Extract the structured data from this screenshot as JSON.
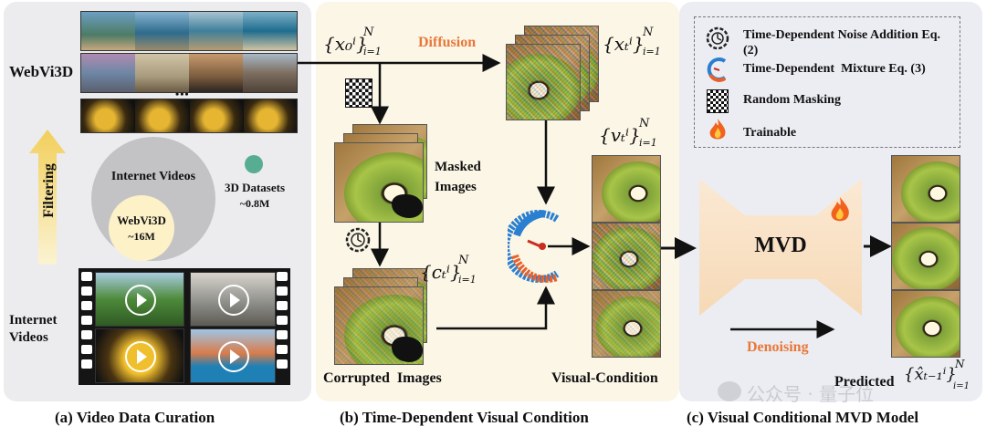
{
  "panel_a": {
    "webvi3d_label": "WebVi3D",
    "ellipsis": "•••",
    "filtering_label": "Filtering",
    "internet_videos_circle": "Internet Videos",
    "webvi3d_circle_title": "WebVi3D",
    "webvi3d_circle_count": "~16M",
    "datasets_title": "3D Datasets",
    "datasets_count": "~0.8M",
    "internet_videos_label": "Internet Videos",
    "caption": "(a) Video Data Curation"
  },
  "panel_b": {
    "x0_symbol": "{x₀ⁱ}",
    "x0_bounds_top": "N",
    "x0_bounds_bottom": "i=1",
    "diffusion_label": "Diffusion",
    "xt_symbol": "{xₜⁱ}",
    "xt_bounds_top": "N",
    "xt_bounds_bottom": "i=1",
    "masked_images_label": "Masked Images",
    "vt_symbol": "{vₜⁱ}",
    "vt_bounds_top": "N",
    "vt_bounds_bottom": "i=1",
    "ct_symbol": "{cₜⁱ}",
    "ct_bounds_top": "N",
    "ct_bounds_bottom": "i=1",
    "corrupted_images_label": "Corrupted  Images",
    "visual_condition_label": "Visual-Condition",
    "caption": "(b) Time-Dependent Visual Condition"
  },
  "panel_c": {
    "legend": {
      "noise_addition": "Time-Dependent Noise Addition Eq. (2)",
      "mixture": "Time-Dependent  Mixture Eq. (3)",
      "random_masking": "Random Masking",
      "trainable": "Trainable"
    },
    "mvd_label": "MVD",
    "denoising_label": "Denoising",
    "predicted_label": "Predicted",
    "predicted_symbol": "{x̂ₜ₋₁ⁱ}",
    "predicted_bounds_top": "N",
    "predicted_bounds_bottom": "i=1",
    "caption": "(c) Visual Conditional MVD Model"
  },
  "watermark": "公众号 · 量子位",
  "colors": {
    "diffusion_orange": "#e8783a",
    "denoising_orange": "#e8783a",
    "arrow_yellow": "#f4d675",
    "dial_blue": "#2b7fd0",
    "dial_orange": "#e8612a"
  }
}
